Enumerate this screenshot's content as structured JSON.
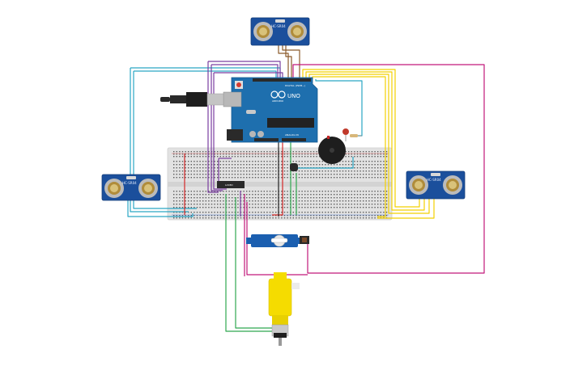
{
  "sensors": [
    {
      "model": "HC-SR04"
    },
    {
      "model": "HC-SR04"
    },
    {
      "model": "HC-SR04"
    }
  ],
  "arduino": {
    "brand": "ARDUINO",
    "model": "UNO",
    "digital_label": "DIGITAL (PWM~)",
    "analog_label": "ANALOG IN"
  },
  "ic": {
    "label": "L293D"
  },
  "colors": {
    "board_blue": "#1e6fae",
    "breadboard": "#e6e6e6",
    "wire_red": "#d62828",
    "wire_yellow": "#f2d000",
    "wire_green": "#2fa84f",
    "wire_purple": "#7a3ea0",
    "wire_magenta": "#c2187a",
    "wire_cyan": "#2aa6c4",
    "wire_brown": "#8b5a2b",
    "wire_black": "#222222",
    "motor_yellow": "#f5dc00",
    "led_red": "#c0392b"
  }
}
